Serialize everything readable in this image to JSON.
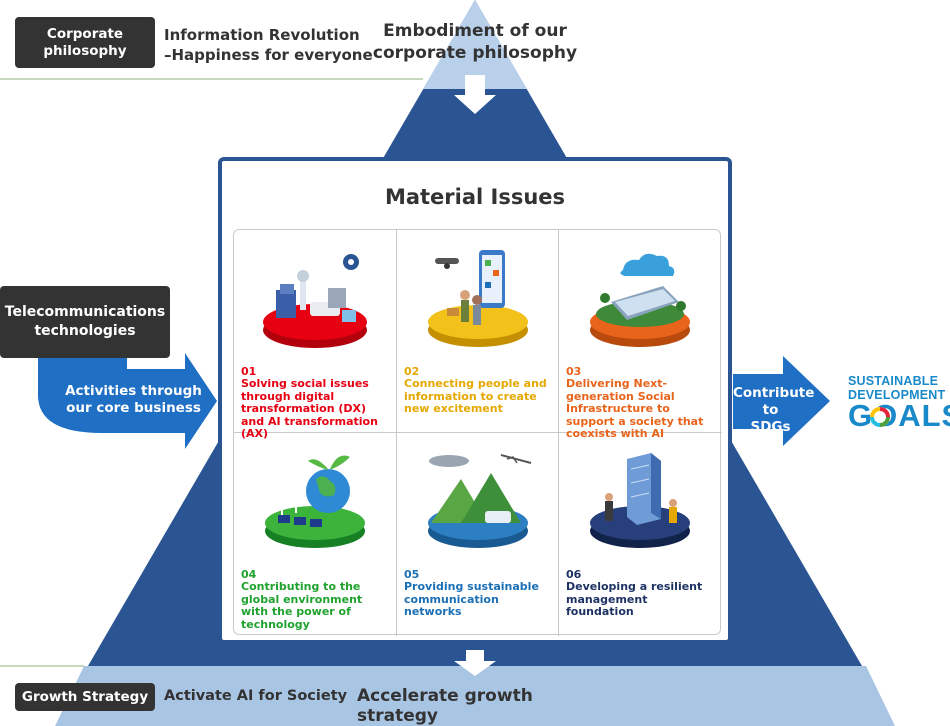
{
  "header": {
    "philosophy_label": "Corporate philosophy",
    "philosophy_line1": "Information Revolution",
    "philosophy_line2": "–Happiness for everyone",
    "embodiment_line1": "Embodiment of our",
    "embodiment_line2": "corporate philosophy"
  },
  "left": {
    "tech_label_line1": "Telecommunications",
    "tech_label_line2": "technologies",
    "arrow_line1": "Activities through",
    "arrow_line2": "our core business"
  },
  "right": {
    "arrow_line1": "Contribute to",
    "arrow_line2": "SDGs",
    "sdg_line1": "SUSTAINABLE",
    "sdg_line2": "DEVELOPMENT",
    "sdg_goals": "GOALS"
  },
  "material": {
    "title": "Material Issues",
    "issues": [
      {
        "num": "01",
        "text": "Solving social issues through digital transformation (DX) and AI transformation (AX)",
        "color": "#e60012",
        "icon": "robot-factory-illustration"
      },
      {
        "num": "02",
        "text": "Connecting people and information to create new excitement",
        "color": "#e5a800",
        "icon": "people-smartphone-illustration"
      },
      {
        "num": "03",
        "text": "Delivering Next-generation Social Infrastructure to support a society that coexists with AI",
        "color": "#e8641b",
        "icon": "data-center-cloud-illustration"
      },
      {
        "num": "04",
        "text": "Contributing to the global environment with the power of technology",
        "color": "#1fa22e",
        "icon": "earth-renewable-illustration"
      },
      {
        "num": "05",
        "text": "Providing sustainable communication networks",
        "color": "#1b6fb5",
        "icon": "network-landscape-illustration"
      },
      {
        "num": "06",
        "text": "Developing a resilient management foundation",
        "color": "#1e3263",
        "icon": "office-building-illustration"
      }
    ]
  },
  "footer": {
    "growth_label": "Growth Strategy",
    "growth_text": "Activate AI for Society",
    "accelerate_text": "Accelerate growth strategy"
  },
  "colors": {
    "pyramid": "#2a5592",
    "band": "#a9c5e4",
    "arrow_blue": "#1f6fc4",
    "dark_label": "#333333"
  }
}
